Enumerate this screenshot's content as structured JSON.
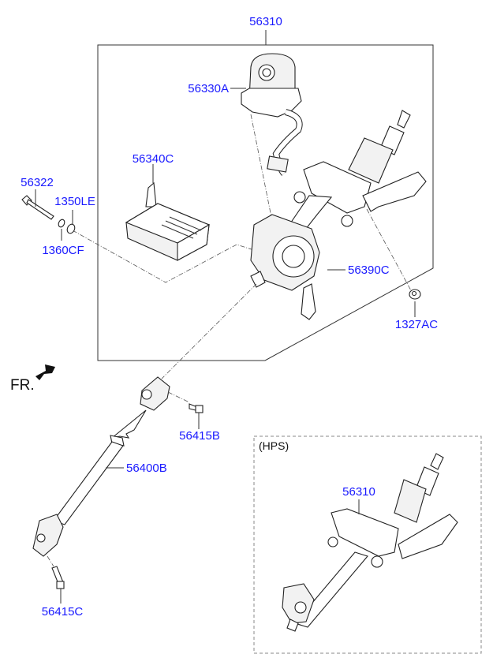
{
  "diagram": {
    "title_ref": "56310",
    "direction_label": "FR.",
    "labels": {
      "main_assembly": "56310",
      "motor": "56330A",
      "ecu": "56340C",
      "bolt": "56322",
      "washer_outer": "1350LE",
      "washer_inner": "1360CF",
      "housing": "56390C",
      "nut": "1327AC",
      "shaft_bolt_upper": "56415B",
      "intermediate_shaft": "56400B",
      "shaft_bolt_lower": "56415C",
      "hps_assembly": "56310"
    },
    "hps_box_title": "(HPS)",
    "colors": {
      "label": "#1a1aff",
      "line": "#333333"
    }
  }
}
